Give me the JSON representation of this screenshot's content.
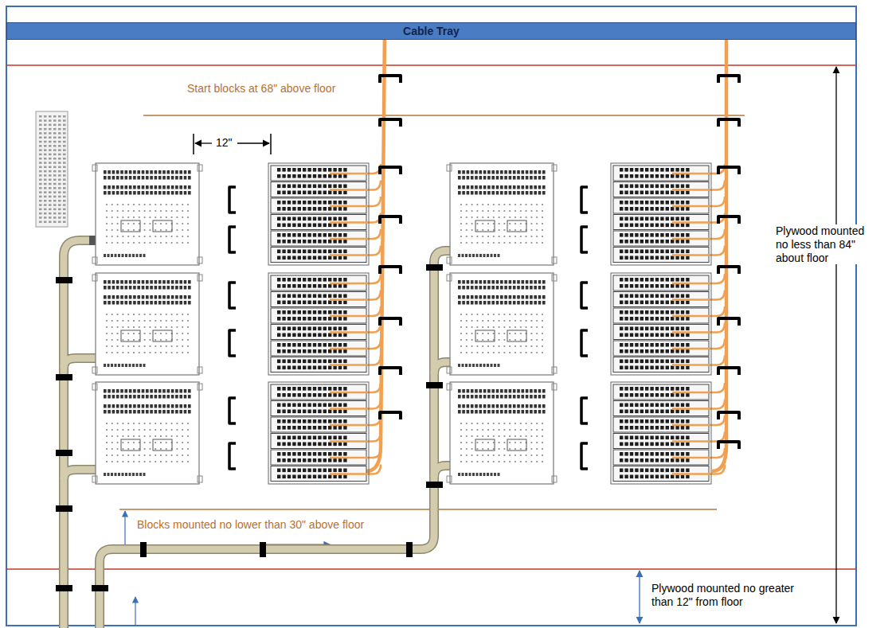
{
  "diagram": {
    "nodes": [
      {
        "text": [
          "Cable Tray"
        ]
      }
    ],
    "labels": [
      "Start blocks at 68\" above floor",
      "12\"",
      "Plywood mounted no less than 84\" about floor",
      "Blocks mounted no lower than 30\" above floor",
      "Plywood mounted no greater than 12\" from floor"
    ]
  }
}
